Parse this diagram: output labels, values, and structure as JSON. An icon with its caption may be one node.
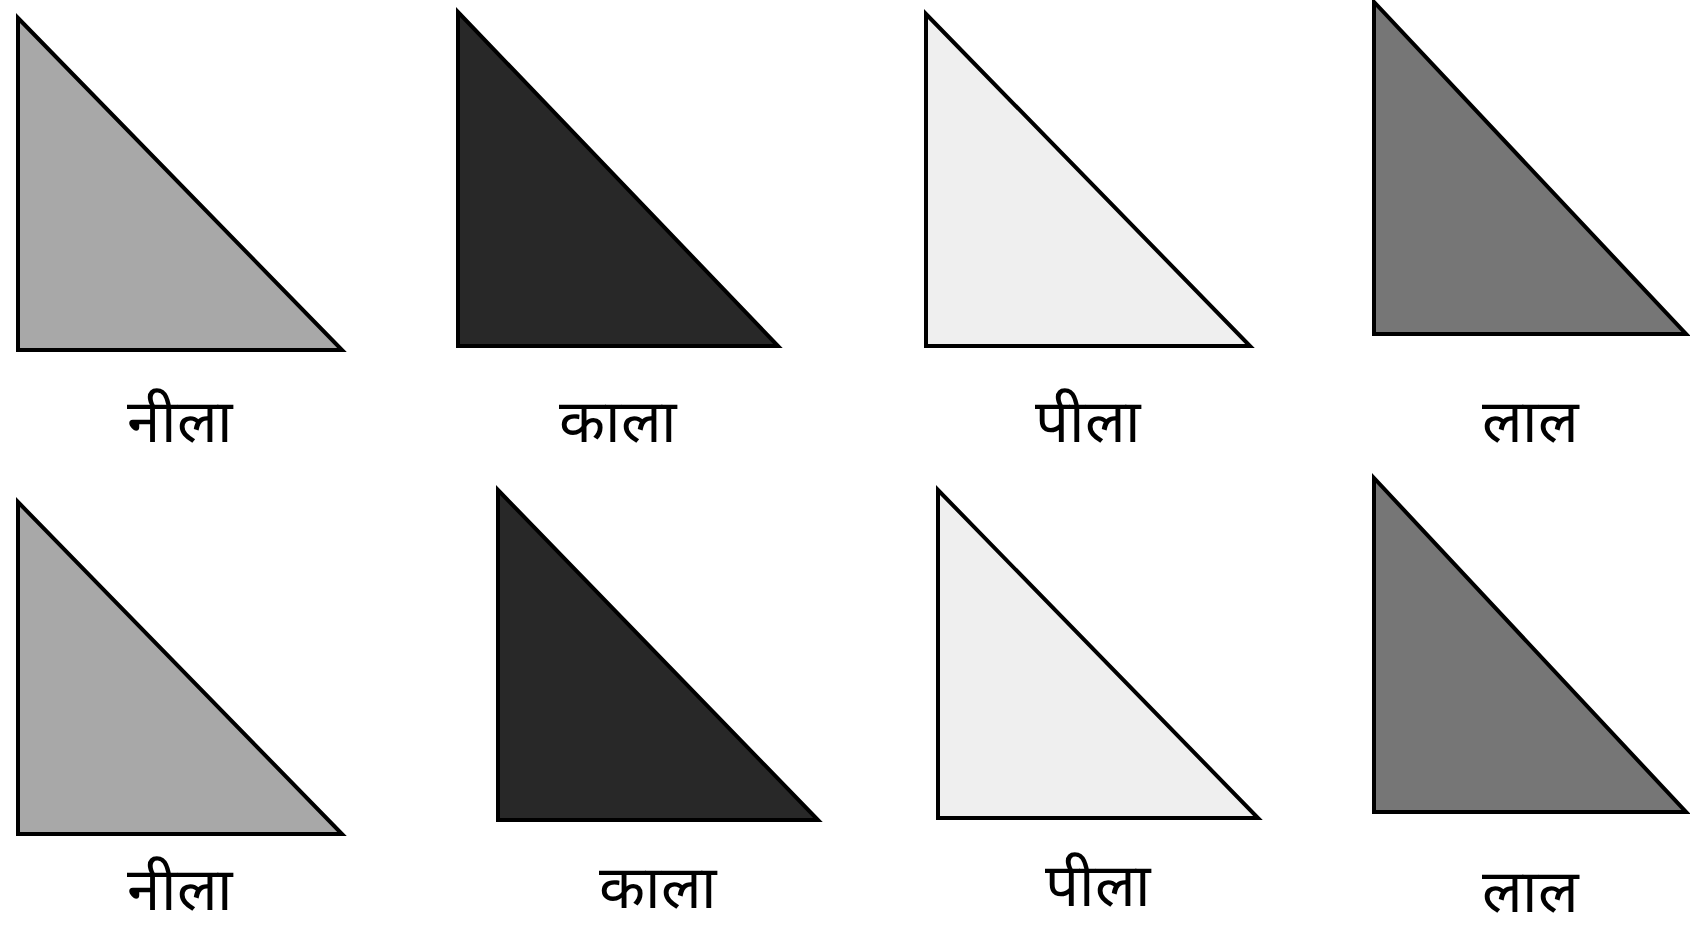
{
  "diagram": {
    "nodes": [
      {
        "text": [
          "नीला"
        ]
      },
      {
        "text": [
          "काला"
        ]
      },
      {
        "text": [
          "पीला"
        ]
      },
      {
        "text": [
          "लाल"
        ]
      },
      {
        "text": [
          "नीला"
        ]
      },
      {
        "text": [
          "काला"
        ]
      },
      {
        "text": [
          "पीला"
        ]
      },
      {
        "text": [
          "लाल"
        ]
      }
    ]
  }
}
